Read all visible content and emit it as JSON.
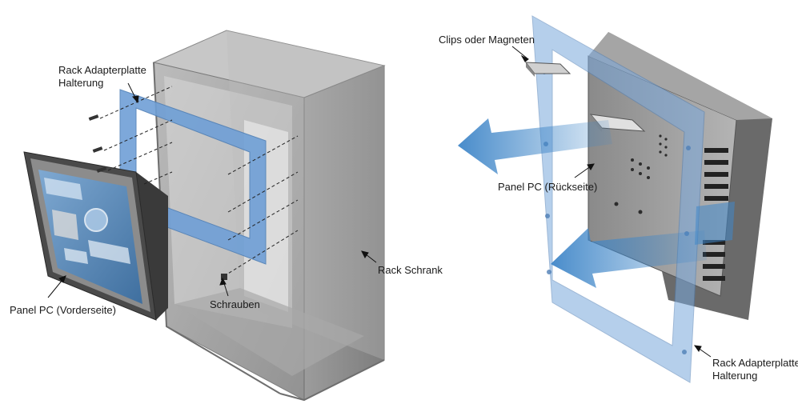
{
  "labels": {
    "adapter_left": {
      "line1": "Rack Adapterplatte",
      "line2": "Halterung"
    },
    "panel_front": "Panel PC (Vorderseite)",
    "screws": "Schrauben",
    "rack_cabinet": "Rack Schrank",
    "clips": "Clips oder Magneten",
    "panel_back": "Panel PC (Rückseite)",
    "adapter_right": {
      "line1": "Rack Adapterplatte",
      "line2": "Halterung"
    }
  },
  "colors": {
    "adapter_blue": "#6f9fd6",
    "arrow_blue": "#3f86c8",
    "cabinet_grey": "#9a9a9a",
    "panel_dark": "#3c3c3c",
    "screen_blue": "#5b8fc3"
  },
  "icons": [
    "screw-icon",
    "arrow-left-icon",
    "clip-icon"
  ]
}
